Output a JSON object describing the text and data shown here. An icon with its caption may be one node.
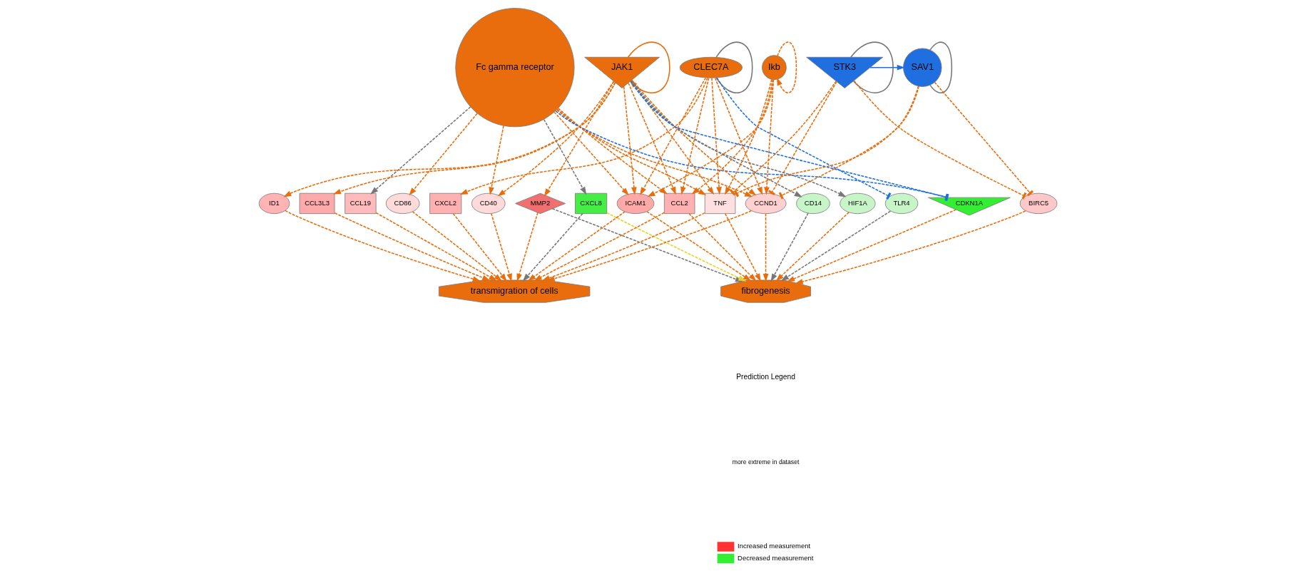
{
  "diagram": {
    "nodes": [
      {
        "text": [
          "Fc gamma receptor"
        ]
      },
      {
        "text": [
          "CLEC7A"
        ]
      },
      {
        "text": [
          "Ikb"
        ]
      },
      {
        "text": [
          "STK3"
        ]
      },
      {
        "text": [
          "JAK1"
        ]
      },
      {
        "text": [
          "SAV1"
        ]
      },
      {
        "text": [
          "ID1"
        ]
      },
      {
        "text": [
          "CCL3L3"
        ]
      },
      {
        "text": [
          "CCL19"
        ]
      },
      {
        "text": [
          "CD86"
        ]
      },
      {
        "text": [
          "CXCL2"
        ]
      },
      {
        "text": [
          "CD40"
        ]
      },
      {
        "text": [
          "MMP2"
        ]
      },
      {
        "text": [
          "CXCL8"
        ]
      },
      {
        "text": [
          "ICAM1"
        ]
      },
      {
        "text": [
          "CCL2"
        ]
      },
      {
        "text": [
          "TNF"
        ]
      },
      {
        "text": [
          "CCND1"
        ]
      },
      {
        "text": [
          "CD14"
        ]
      },
      {
        "text": [
          "HIF1A"
        ]
      },
      {
        "text": [
          "TLR4"
        ]
      },
      {
        "text": [
          "CDKN1A"
        ]
      },
      {
        "text": [
          "BIRC5"
        ]
      },
      {
        "text": [
          "transmigration of cells"
        ]
      },
      {
        "text": [
          "fibrogenesis"
        ]
      }
    ],
    "edges": [
      {
        "from": 1,
        "to": 1,
        "arrow": "none",
        "color": "#777777"
      },
      {
        "from": 2,
        "to": 2,
        "arrow": "to",
        "style": "dashed"
      },
      {
        "from": 4,
        "to": 4,
        "arrow": "to"
      },
      {
        "from": 3,
        "to": 3,
        "arrow": "none",
        "color": "#777777"
      },
      {
        "from": 5,
        "to": 5,
        "arrow": "none",
        "color": "#777777"
      },
      {
        "from": 4,
        "to": 6,
        "arrow": "to",
        "style": "dashed"
      },
      {
        "from": 4,
        "to": 7,
        "arrow": "to",
        "style": "dashed"
      },
      {
        "from": 4,
        "to": 11,
        "arrow": "to",
        "style": "dashed"
      },
      {
        "from": 4,
        "to": 12,
        "arrow": "to",
        "style": "dashed"
      },
      {
        "from": 4,
        "to": 14,
        "arrow": "to",
        "style": "dashed"
      },
      {
        "from": 4,
        "to": 15,
        "arrow": "to",
        "style": "dashed"
      },
      {
        "from": 4,
        "to": 16,
        "arrow": "to",
        "style": "dashed"
      },
      {
        "from": 4,
        "to": 17,
        "arrow": "to",
        "style": "dashed"
      },
      {
        "from": 4,
        "to": 18,
        "arrow": "to",
        "style": "dashed",
        "color": "#777777"
      },
      {
        "from": 4,
        "to": 19,
        "arrow": "to",
        "style": "dashed",
        "color": "#777777"
      },
      {
        "from": 4,
        "to": 21,
        "arrow": "other",
        "style": "dashed",
        "color": "#1f6fe0"
      },
      {
        "from": 0,
        "to": 8,
        "arrow": "to",
        "style": "dashed",
        "color": "#777777"
      },
      {
        "from": 0,
        "to": 9,
        "arrow": "to",
        "style": "dashed"
      },
      {
        "from": 0,
        "to": 11,
        "arrow": "to",
        "style": "dashed"
      },
      {
        "from": 0,
        "to": 13,
        "arrow": "to",
        "style": "dashed",
        "color": "#777777"
      },
      {
        "from": 0,
        "to": 14,
        "arrow": "to",
        "style": "dashed"
      },
      {
        "from": 0,
        "to": 15,
        "arrow": "to",
        "style": "dashed"
      },
      {
        "from": 0,
        "to": 16,
        "arrow": "to",
        "style": "dashed"
      },
      {
        "from": 0,
        "to": 17,
        "arrow": "to",
        "style": "dashed"
      },
      {
        "from": 0,
        "to": 21,
        "arrow": "other",
        "style": "dashed",
        "color": "#1f6fe0"
      },
      {
        "from": 1,
        "to": 10,
        "arrow": "to",
        "style": "dashed"
      },
      {
        "from": 1,
        "to": 14,
        "arrow": "to",
        "style": "dashed"
      },
      {
        "from": 1,
        "to": 15,
        "arrow": "to",
        "style": "dashed"
      },
      {
        "from": 1,
        "to": 16,
        "arrow": "to",
        "style": "dashed"
      },
      {
        "from": 1,
        "to": 17,
        "arrow": "to",
        "style": "dashed"
      },
      {
        "from": 1,
        "to": 20,
        "arrow": "other",
        "style": "dashed",
        "color": "#1f6fe0"
      },
      {
        "from": 2,
        "to": 14,
        "arrow": "to",
        "style": "dashed"
      },
      {
        "from": 2,
        "to": 15,
        "arrow": "to",
        "style": "dashed"
      },
      {
        "from": 2,
        "to": 16,
        "arrow": "to",
        "style": "dashed"
      },
      {
        "from": 2,
        "to": 17,
        "arrow": "to",
        "style": "dashed"
      },
      {
        "from": 3,
        "to": 5,
        "arrow": "to",
        "color": "#1f6fe0"
      },
      {
        "from": 3,
        "to": 16,
        "arrow": "other",
        "style": "dashed"
      },
      {
        "from": 3,
        "to": 17,
        "arrow": "other",
        "style": "dashed"
      },
      {
        "from": 3,
        "to": 22,
        "arrow": "other",
        "style": "dashed"
      },
      {
        "from": 5,
        "to": 16,
        "arrow": "other",
        "style": "dashed"
      },
      {
        "from": 5,
        "to": 17,
        "arrow": "other",
        "style": "dashed"
      },
      {
        "from": 5,
        "to": 22,
        "arrow": "other",
        "style": "dashed"
      },
      {
        "from": 6,
        "to": 23,
        "arrow": "to",
        "style": "dashed"
      },
      {
        "from": 7,
        "to": 23,
        "arrow": "to",
        "style": "dashed"
      },
      {
        "from": 8,
        "to": 23,
        "arrow": "to",
        "style": "dashed"
      },
      {
        "from": 9,
        "to": 23,
        "arrow": "to",
        "style": "dashed"
      },
      {
        "from": 10,
        "to": 23,
        "arrow": "to",
        "style": "dashed"
      },
      {
        "from": 11,
        "to": 23,
        "arrow": "to",
        "style": "dashed"
      },
      {
        "from": 12,
        "to": 23,
        "arrow": "to",
        "style": "dashed"
      },
      {
        "from": 13,
        "to": 23,
        "arrow": "to",
        "style": "dashed",
        "color": "#777777"
      },
      {
        "from": 14,
        "to": 23,
        "arrow": "to",
        "style": "dashed"
      },
      {
        "from": 15,
        "to": 23,
        "arrow": "to",
        "style": "dashed"
      },
      {
        "from": 16,
        "to": 23,
        "arrow": "to",
        "style": "dashed"
      },
      {
        "from": 17,
        "to": 23,
        "arrow": "to",
        "style": "dashed"
      },
      {
        "from": 12,
        "to": 24,
        "arrow": "to",
        "style": "dashed",
        "color": "#777777"
      },
      {
        "from": 13,
        "to": 24,
        "arrow": "to",
        "style": "dashed",
        "color": "#e8d22a"
      },
      {
        "from": 14,
        "to": 24,
        "arrow": "to",
        "style": "dashed"
      },
      {
        "from": 15,
        "to": 24,
        "arrow": "to",
        "style": "dashed"
      },
      {
        "from": 16,
        "to": 24,
        "arrow": "to",
        "style": "dashed"
      },
      {
        "from": 17,
        "to": 24,
        "arrow": "to",
        "style": "dashed"
      },
      {
        "from": 18,
        "to": 24,
        "arrow": "to",
        "style": "dashed",
        "color": "#777777"
      },
      {
        "from": 19,
        "to": 24,
        "arrow": "to",
        "style": "dashed"
      },
      {
        "from": 20,
        "to": 24,
        "arrow": "to",
        "style": "dashed",
        "color": "#777777"
      },
      {
        "from": 21,
        "to": 24,
        "arrow": "to",
        "style": "dashed"
      },
      {
        "from": 22,
        "to": 24,
        "arrow": "to",
        "style": "dashed"
      }
    ],
    "labels": [
      "Prediction Legend",
      "more extreme in dataset"
    ],
    "legend": [
      {
        "text": "Increased measurement",
        "color": "#ff3333"
      },
      {
        "text": "Decreased measurement",
        "color": "#33ee33"
      }
    ]
  }
}
